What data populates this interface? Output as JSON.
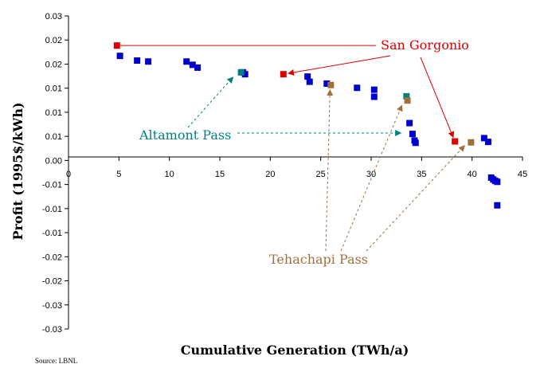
{
  "chart_data": {
    "type": "scatter",
    "title": "",
    "xlabel": "Cumulative Generation (TWh/a)",
    "ylabel": "Profit (1995$/kWh)",
    "xlim": [
      0,
      45
    ],
    "ylim": [
      -0.03,
      0.03
    ],
    "x_ticks": [
      "0",
      "5",
      "10",
      "15",
      "20",
      "25",
      "30",
      "35",
      "40",
      "45"
    ],
    "y_ticks": [
      "0.03",
      "0.02",
      "0.02",
      "0.01",
      "0.01",
      "0.01",
      "0.00",
      "-0.01",
      "-0.01",
      "-0.01",
      "-0.02",
      "-0.02",
      "-0.03",
      "-0.03"
    ],
    "grid": false,
    "source": "Source: LBNL",
    "colors": {
      "other": "#0000cc",
      "san_gorgonio": "#dd0000",
      "altamont": "#008080",
      "tehachapi": "#a0703c"
    },
    "series": [
      {
        "group": "other",
        "points": [
          [
            5.1,
            0.0215
          ],
          [
            6.8,
            0.0205
          ],
          [
            7.9,
            0.0203
          ],
          [
            11.7,
            0.0203
          ],
          [
            12.3,
            0.0196
          ],
          [
            12.8,
            0.019
          ],
          [
            17.3,
            0.018
          ],
          [
            17.5,
            0.0176
          ],
          [
            23.7,
            0.0171
          ],
          [
            23.9,
            0.016
          ],
          [
            25.6,
            0.0156
          ],
          [
            28.6,
            0.0147
          ],
          [
            30.3,
            0.0143
          ],
          [
            30.3,
            0.0128
          ],
          [
            33.8,
            0.0072
          ],
          [
            34.1,
            0.0049
          ],
          [
            34.3,
            0.0035
          ],
          [
            34.4,
            0.003
          ],
          [
            41.2,
            0.004
          ],
          [
            41.6,
            0.0032
          ],
          [
            41.9,
            -0.0044
          ],
          [
            42.1,
            -0.0048
          ],
          [
            42.3,
            -0.0051
          ],
          [
            42.5,
            -0.0053
          ],
          [
            42.5,
            -0.0103
          ]
        ]
      },
      {
        "group": "san_gorgonio",
        "points": [
          [
            4.8,
            0.0237
          ],
          [
            21.3,
            0.0176
          ],
          [
            38.3,
            0.0033
          ]
        ]
      },
      {
        "group": "altamont",
        "points": [
          [
            17.1,
            0.018
          ],
          [
            33.5,
            0.0129
          ]
        ]
      },
      {
        "group": "tehachapi",
        "points": [
          [
            26.0,
            0.0153
          ],
          [
            33.6,
            0.012
          ],
          [
            39.9,
            0.0031
          ]
        ]
      }
    ],
    "annotations": [
      {
        "text": "San Gorgonio",
        "group": "san_gorgonio"
      },
      {
        "text": "Altamont Pass",
        "group": "altamont"
      },
      {
        "text": "Tehachapi Pass",
        "group": "tehachapi"
      }
    ]
  }
}
